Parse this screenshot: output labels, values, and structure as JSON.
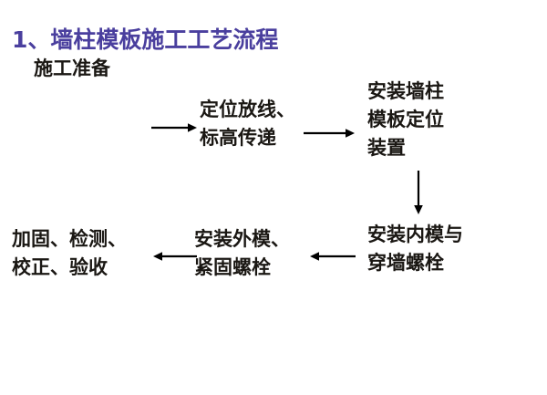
{
  "slide": {
    "background_color": "#ffffff",
    "title": {
      "number": "1、",
      "text": "墙柱模板施工工艺流程",
      "full": "1、墙柱模板施工工艺流程",
      "color": "#4a3f9e"
    },
    "text_color": "#1a1713"
  },
  "flow": {
    "nodes": [
      {
        "id": "preparation",
        "name": "施工准备",
        "lines": [
          "施工准备"
        ]
      },
      {
        "id": "layout",
        "name": "定位放线、标高传递",
        "lines": [
          "定位放线、",
          "标高传递"
        ]
      },
      {
        "id": "position-device",
        "name": "安装墙柱模板定位装置",
        "lines": [
          "安装墙柱",
          "模板定位",
          "装置"
        ]
      },
      {
        "id": "inner-formwork",
        "name": "安装内模与穿墙螺栓",
        "lines": [
          "安装内模与",
          "穿墙螺栓"
        ]
      },
      {
        "id": "outer-formwork",
        "name": "安装外模、紧固螺栓",
        "lines": [
          "安装外模、",
          "紧固螺栓"
        ]
      },
      {
        "id": "check-accept",
        "name": "加固、检测、校正、验收",
        "lines": [
          "加固、检测、",
          "校正、验收"
        ]
      }
    ],
    "arrows": [
      {
        "id": "arrow-1",
        "direction": "right",
        "from": "preparation",
        "to": "layout"
      },
      {
        "id": "arrow-2",
        "direction": "right",
        "from": "layout",
        "to": "position-device"
      },
      {
        "id": "arrow-3",
        "direction": "down",
        "from": "position-device",
        "to": "inner-formwork"
      },
      {
        "id": "arrow-4",
        "direction": "left",
        "from": "inner-formwork",
        "to": "outer-formwork"
      },
      {
        "id": "arrow-5",
        "direction": "left",
        "from": "outer-formwork",
        "to": "check-accept"
      }
    ],
    "arrow_color": "#000000"
  }
}
